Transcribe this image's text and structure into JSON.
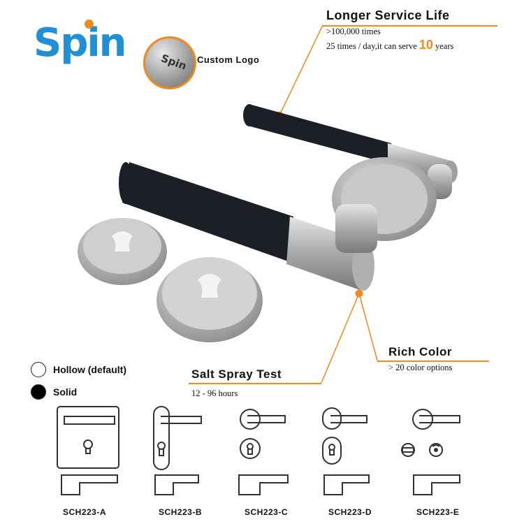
{
  "brand": {
    "logo_text": "Spin"
  },
  "callouts": {
    "custom_logo": "Custom Logo",
    "service_life": {
      "title": "Longer Service Life",
      "line1": ">100,000 times",
      "line2_prefix": "25 times / day,it can serve",
      "line2_number": "10",
      "line2_suffix": "years"
    },
    "rich_color": {
      "title": "Rich Color",
      "line": "> 20 color options"
    },
    "salt_spray": {
      "title": "Salt Spray Test",
      "line": "12 - 96 hours"
    }
  },
  "legend": [
    {
      "label": "Hollow (default)",
      "style": "hollow"
    },
    {
      "label": "Solid",
      "style": "solid"
    }
  ],
  "models": [
    "SCH223-A",
    "SCH223-B",
    "SCH223-C",
    "SCH223-D",
    "SCH223-E"
  ],
  "colors": {
    "accent": "#f08a1c",
    "brand_blue": "#1f8fd6",
    "leather": "#1c1f26",
    "steel": "#b5b5b5"
  }
}
